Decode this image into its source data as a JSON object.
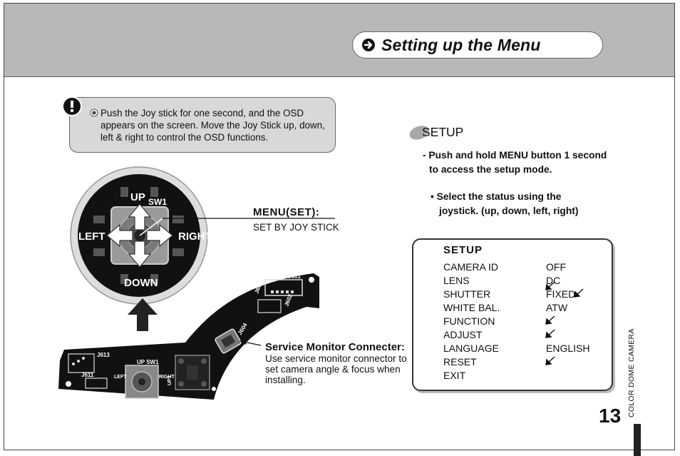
{
  "header": {
    "title": "Setting up the Menu"
  },
  "note": {
    "text": "Push the Joy stick for one second, and the OSD appears on the screen. Move the Joy Stick up, down, left & right to control the OSD functions."
  },
  "joystick": {
    "up": "UP",
    "down": "DOWN",
    "left": "LEFT",
    "right": "RIGHT",
    "switch": "SW1"
  },
  "menu_callout": {
    "title": "MENU(SET):",
    "subtitle": "SET BY JOY STICK"
  },
  "board": {
    "labels": {
      "j601": "J601",
      "j603": "J603",
      "j602": "J602",
      "j604": "J604",
      "j613": "J613",
      "j611": "J611",
      "up_sw1": "UP SW1",
      "left": "LEFT",
      "right": "RIGHT",
      "down": "DOWN",
      "up1": "UP1"
    }
  },
  "service_callout": {
    "title": "Service Monitor Connecter:",
    "desc": "Use service monitor connector to set camera angle & focus when installing."
  },
  "setup": {
    "heading": "SETUP",
    "line1": "- Push and hold MENU button 1 second",
    "line2": "to access the setup mode.",
    "line3": "• Select the status using the",
    "line4": "joystick. (up, down, left, right)"
  },
  "osd": {
    "title": "SETUP",
    "rows": [
      {
        "label": "CAMERA ID",
        "value": "OFF"
      },
      {
        "label": "LENS",
        "value": "DC"
      },
      {
        "label": "SHUTTER",
        "value": "FIXED"
      },
      {
        "label": "WHITE BAL.",
        "value": "ATW"
      },
      {
        "label": "FUNCTION",
        "value": ""
      },
      {
        "label": "ADJUST",
        "value": ""
      },
      {
        "label": "LANGUAGE",
        "value": "ENGLISH"
      },
      {
        "label": "RESET",
        "value": ""
      },
      {
        "label": "EXIT",
        "value": ""
      }
    ]
  },
  "footer": {
    "page_number": "13",
    "side_label": "COLOR DOME CAMERA"
  },
  "colors": {
    "header_band": "#b8b8b8",
    "note_box": "#d8d8d8",
    "board": "#111111"
  }
}
